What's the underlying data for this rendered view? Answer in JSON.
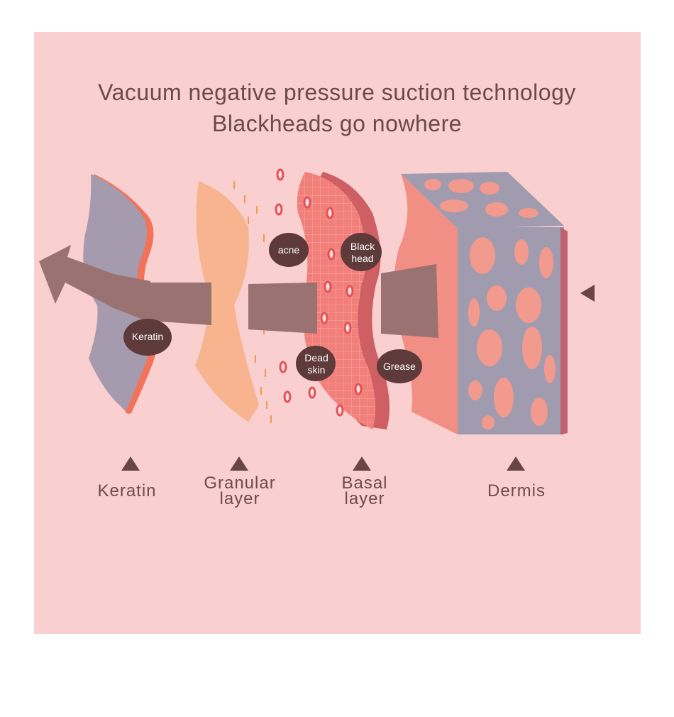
{
  "title": {
    "line1": "Vacuum negative pressure suction technology",
    "line2": "Blackheads go nowhere"
  },
  "bubbles": {
    "keratin": "Keratin",
    "acne": "acne",
    "blackhead_1": "Black",
    "blackhead_2": "head",
    "deadskin_1": "Dead",
    "deadskin_2": "skin",
    "grease": "Grease"
  },
  "layers": [
    {
      "label": "Keratin"
    },
    {
      "label": "Granular\nlayer"
    },
    {
      "label": "Basal\nlayer"
    },
    {
      "label": "Dermis"
    }
  ],
  "colors": {
    "background": "#f9cfcf",
    "arrow": "#9a7272",
    "bubble": "#5e3a3a",
    "keratin_layer": "#a59aae",
    "granular_layer": "#f7b48e",
    "basal_layer": "#f27f7a",
    "dermis_side": "#a19bb0",
    "dermis_front": "#f28f84"
  }
}
